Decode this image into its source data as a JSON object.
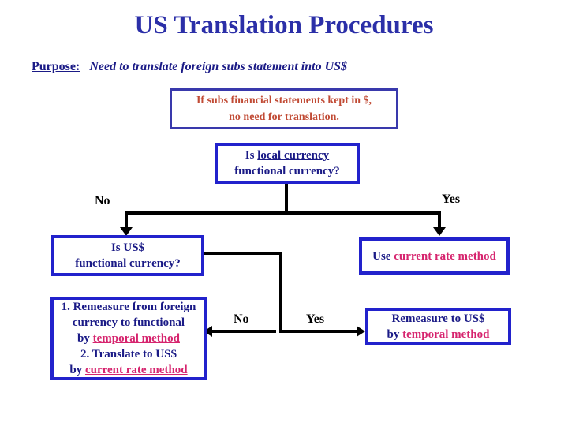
{
  "slide": {
    "title": "US Translation Procedures",
    "purpose_label": "Purpose:",
    "purpose_text": "Need to translate foreign subs statement into US$"
  },
  "boxes": {
    "info": {
      "line1": "If subs financial statements kept in $,",
      "line2": "no need for translation."
    },
    "q_local": {
      "pre": "Is ",
      "underlined": "local currency",
      "line2": "functional currency?"
    },
    "q_us": {
      "pre": "Is ",
      "underlined": "US$",
      "line2": "functional currency?"
    },
    "use_current": {
      "pre": "Use ",
      "method": "current rate method"
    },
    "remeasure_steps": {
      "line1": "1. Remeasure from foreign",
      "line2": "currency to functional",
      "line3_pre": "by ",
      "line3_method": "temporal method",
      "line4": "2. Translate to US$",
      "line5_pre": "by ",
      "line5_method": "current rate method"
    },
    "remeasure_us": {
      "line1": "Remeasure to US$",
      "line2_pre": "by ",
      "line2_method": "temporal method"
    }
  },
  "labels": {
    "no_top": "No",
    "yes_top": "Yes",
    "no_bottom": "No",
    "yes_bottom": "Yes"
  },
  "colors": {
    "title": "#2B2FA8",
    "navy": "#1A1A86",
    "red": "#C14B35",
    "pink": "#D6246E",
    "border_blue": "#2222CC",
    "info_border": "#3939AC",
    "line": "#000000"
  }
}
